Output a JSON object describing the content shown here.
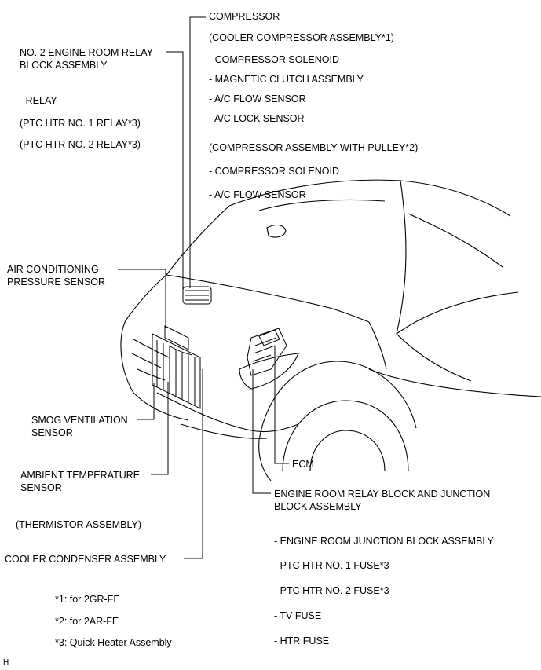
{
  "labels": {
    "compressor": {
      "title": "COMPRESSOR",
      "variant1": "(COOLER COMPRESSOR ASSEMBLY*1)",
      "v1_item1": "- COMPRESSOR SOLENOID",
      "v1_item2": "- MAGNETIC CLUTCH ASSEMBLY",
      "v1_item3": "- A/C FLOW SENSOR",
      "v1_item4": "- A/C LOCK SENSOR",
      "variant2": "(COMPRESSOR ASSEMBLY WITH PULLEY*2)",
      "v2_item1": "- COMPRESSOR SOLENOID",
      "v2_item2": "- A/C FLOW SENSOR"
    },
    "relay_block": {
      "title_line1": "NO. 2 ENGINE ROOM RELAY",
      "title_line2": "BLOCK ASSEMBLY",
      "item1": "- RELAY",
      "item2": "(PTC HTR NO. 1 RELAY*3)",
      "item3": "(PTC HTR NO. 2 RELAY*3)"
    },
    "pressure_sensor": {
      "line1": "AIR CONDITIONING",
      "line2": "PRESSURE SENSOR"
    },
    "smog_sensor": {
      "line1": "SMOG VENTILATION",
      "line2": "SENSOR"
    },
    "ambient_sensor": {
      "line1": "AMBIENT TEMPERATURE",
      "line2": "SENSOR",
      "sub": "(THERMISTOR ASSEMBLY)"
    },
    "condenser": "COOLER CONDENSER ASSEMBLY",
    "ecm": "ECM",
    "junction_block": {
      "title_line1": "ENGINE ROOM RELAY BLOCK AND JUNCTION",
      "title_line2": "BLOCK ASSEMBLY",
      "item1": "- ENGINE ROOM JUNCTION BLOCK ASSEMBLY",
      "item2": "- PTC HTR NO. 1 FUSE*3",
      "item3": "- PTC HTR NO. 2 FUSE*3",
      "item4": "- TV FUSE",
      "item5": "- HTR FUSE"
    }
  },
  "footnotes": {
    "note1": "*1: for 2GR-FE",
    "note2": "*2: for 2AR-FE",
    "note3": "*3: Quick Heater Assembly"
  },
  "corner_mark": "H"
}
